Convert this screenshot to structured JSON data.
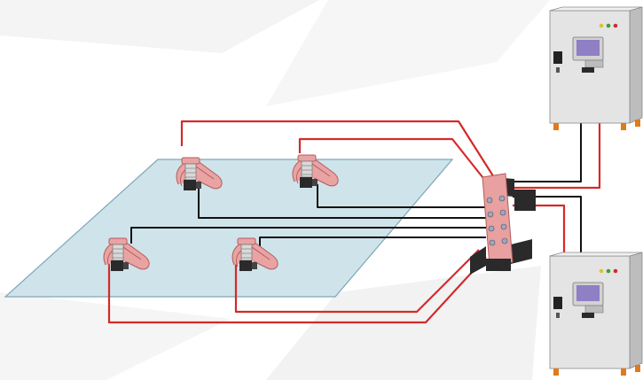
{
  "scene": {
    "description_visible_text": "",
    "colors": {
      "platform_fill": "#cfe3ea",
      "platform_edge": "#7fa6b8",
      "red_wire": "#d42a2a",
      "black_wire": "#111111",
      "cabinet_body": "#e4e4e4",
      "cabinet_shade": "#bdbdbd",
      "clamp_pink": "#e9a3a3",
      "clamp_outline": "#b35d5d",
      "hub_pink": "#e8a0a0",
      "dark_part": "#2a2a2a",
      "screen": "#8f7fc4",
      "foot_orange": "#e07a1a"
    },
    "indicator_lights": [
      {
        "name": "yellow",
        "color": "#d9c23a"
      },
      {
        "name": "green",
        "color": "#3aa03a"
      },
      {
        "name": "red",
        "color": "#cc2b2b"
      }
    ],
    "components": [
      {
        "id": "sensor-tl",
        "type": "load-cell-clamp"
      },
      {
        "id": "sensor-tr",
        "type": "load-cell-clamp"
      },
      {
        "id": "sensor-bl",
        "type": "load-cell-clamp"
      },
      {
        "id": "sensor-br",
        "type": "load-cell-clamp"
      },
      {
        "id": "junction-hub",
        "type": "junction-block"
      },
      {
        "id": "cabinet-top",
        "type": "control-cabinet"
      },
      {
        "id": "cabinet-bottom",
        "type": "control-cabinet"
      }
    ]
  }
}
